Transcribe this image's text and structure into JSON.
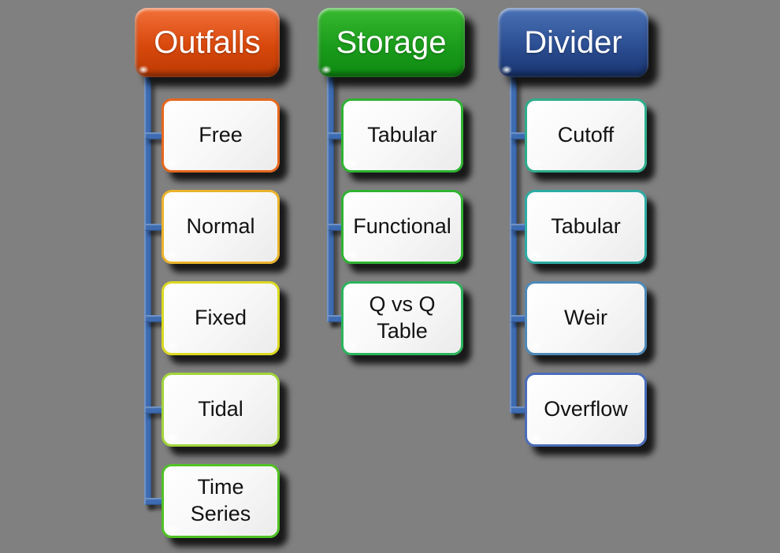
{
  "diagram": {
    "background_color": "#808080",
    "connector_color": "#3E6CB2",
    "columns": [
      {
        "title": "Outfalls",
        "header_color_top": "#F2713A",
        "header_color_mid": "#D8480C",
        "header_color_bottom": "#BC3A04",
        "children": [
          {
            "label": "Free",
            "border_color": "#E5671E"
          },
          {
            "label": "Normal",
            "border_color": "#EAB32B"
          },
          {
            "label": "Fixed",
            "border_color": "#DBD922"
          },
          {
            "label": "Tidal",
            "border_color": "#A2D43C"
          },
          {
            "label": "Time Series",
            "border_color": "#50C226"
          }
        ]
      },
      {
        "title": "Storage",
        "header_color_top": "#38BA30",
        "header_color_mid": "#1B9C1C",
        "header_color_bottom": "#0E8A11",
        "children": [
          {
            "label": "Tabular",
            "border_color": "#2FB332"
          },
          {
            "label": "Functional",
            "border_color": "#2FB332"
          },
          {
            "label": "Q vs Q Table",
            "border_color": "#2BB45B"
          }
        ]
      },
      {
        "title": "Divider",
        "header_color_top": "#4A72B6",
        "header_color_mid": "#2C4E92",
        "header_color_bottom": "#17336E",
        "children": [
          {
            "label": "Cutoff",
            "border_color": "#2EAD8C"
          },
          {
            "label": "Tabular",
            "border_color": "#2EACA4"
          },
          {
            "label": "Weir",
            "border_color": "#4E89B8"
          },
          {
            "label": "Overflow",
            "border_color": "#4A6CB8"
          }
        ]
      }
    ]
  }
}
